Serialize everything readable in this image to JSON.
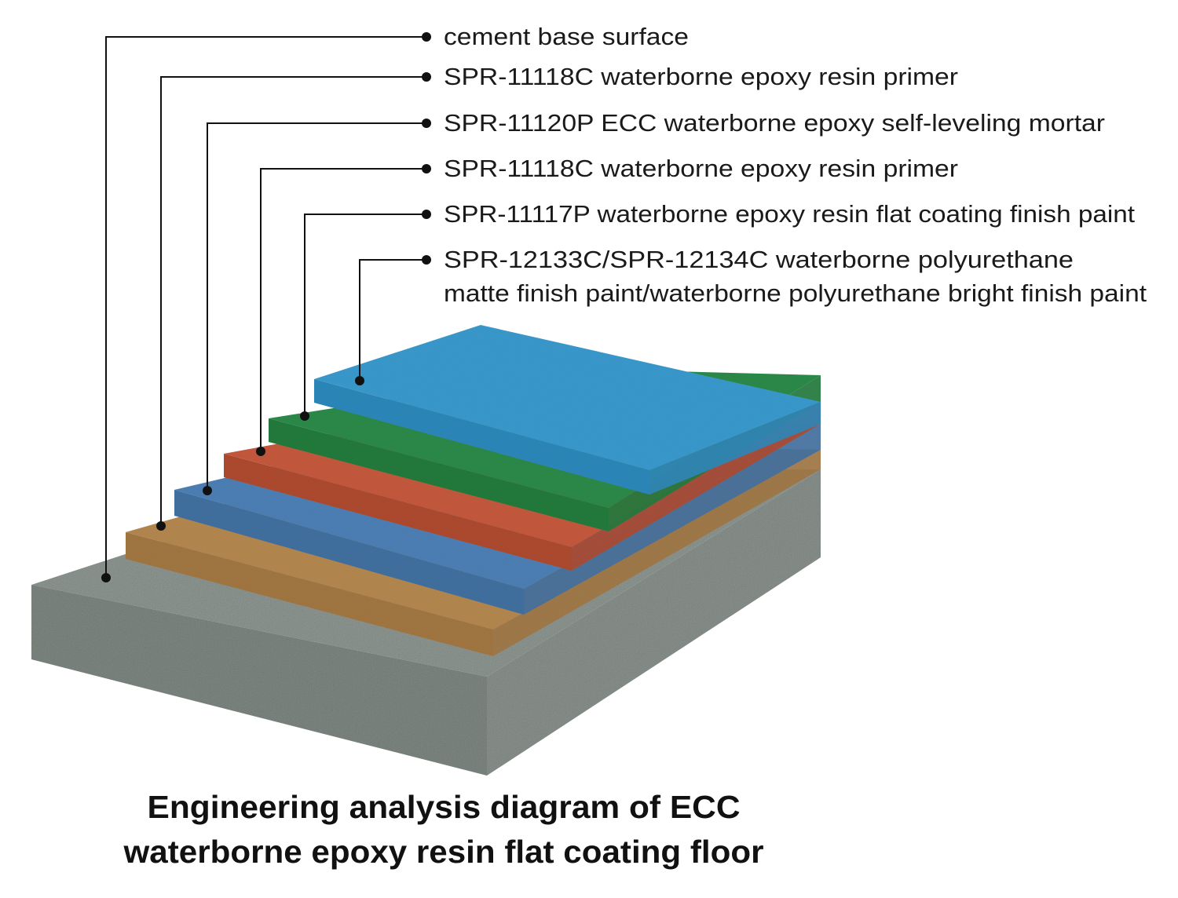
{
  "layers": [
    {
      "label": "cement base surface",
      "top": "#8f9893",
      "side": "#7f8883"
    },
    {
      "label": "SPR-11118C waterborne epoxy resin primer",
      "top": "#b4874f",
      "side": "#a17642"
    },
    {
      "label": "SPR-11120P ECC waterborne epoxy self-leveling mortar",
      "top": "#4d7fb5",
      "side": "#41709f"
    },
    {
      "label": "SPR-11118C waterborne epoxy resin primer",
      "top": "#c4593c",
      "side": "#ad4a30"
    },
    {
      "label": "SPR-11117P waterborne epoxy resin flat coating finish paint",
      "top": "#2c8a49",
      "side": "#217a3c"
    },
    {
      "label_lines": [
        "SPR-12133C/SPR-12134C waterborne polyurethane",
        "matte finish paint/waterborne polyurethane bright finish paint"
      ],
      "top": "#3999cc",
      "side": "#2d87b9"
    }
  ],
  "title_lines": [
    "Engineering analysis diagram of ECC",
    "waterborne epoxy resin flat coating floor"
  ]
}
